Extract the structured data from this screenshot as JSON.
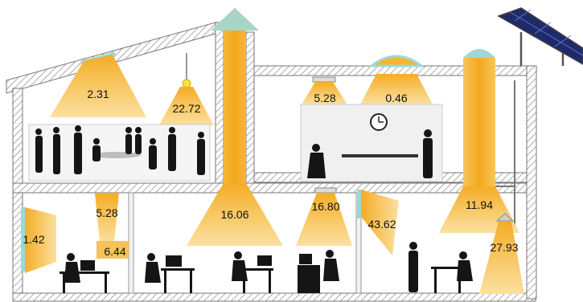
{
  "labels": {
    "skylight_left": "2.31",
    "pendant_lamp": "22.72",
    "tall_shaft": "16.06",
    "ceiling_lamp_right": "5.28",
    "dome_skylight": "0.46",
    "lower_shaft_left": "5.28",
    "lower_shaft_left_small": "6.44",
    "wall_window_left": "1.42",
    "ceiling_lamp_lower": "16.80",
    "wall_window_mid": "43.62",
    "tube_right": "11.94",
    "lamp_right": "27.93"
  },
  "colors": {
    "light_strong": "#f6b531",
    "light_weak": "#fce9b6",
    "glass": "#9ed8d6",
    "wall": "#7a7a7a",
    "solar_panel": "#1f2a6b",
    "silhouette": "#111111"
  }
}
